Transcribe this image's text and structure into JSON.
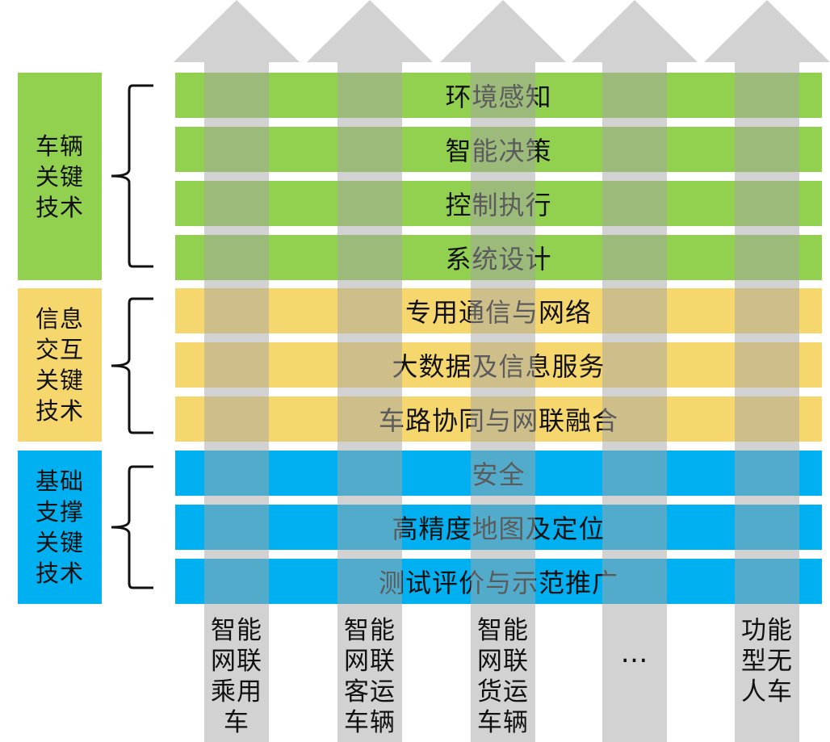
{
  "colors": {
    "vehicle": "#92d050",
    "interaction": "#f5d76e",
    "support": "#00b0f0",
    "arrow": "#a6a6a6",
    "bracket": "#111111"
  },
  "groups": [
    {
      "id": "vehicle",
      "label": "车辆\n关键\n技术",
      "rows": [
        "环境感知",
        "智能决策",
        "控制执行",
        "系统设计"
      ]
    },
    {
      "id": "interaction",
      "label": "信息\n交互\n关键\n技术",
      "rows": [
        "专用通信与网络",
        "大数据及信息服务",
        "车路协同与网联融合"
      ]
    },
    {
      "id": "support",
      "label": "基础\n支撑\n关键\n技术",
      "rows": [
        "安全",
        "高精度地图及定位",
        "测试评价与示范推广"
      ]
    }
  ],
  "vehicles": [
    "智能\n网联\n乘用\n车",
    "智能\n网联\n客运\n车辆",
    "智能\n网联\n货运\n车辆",
    "…",
    "功能\n型无\n人车"
  ]
}
